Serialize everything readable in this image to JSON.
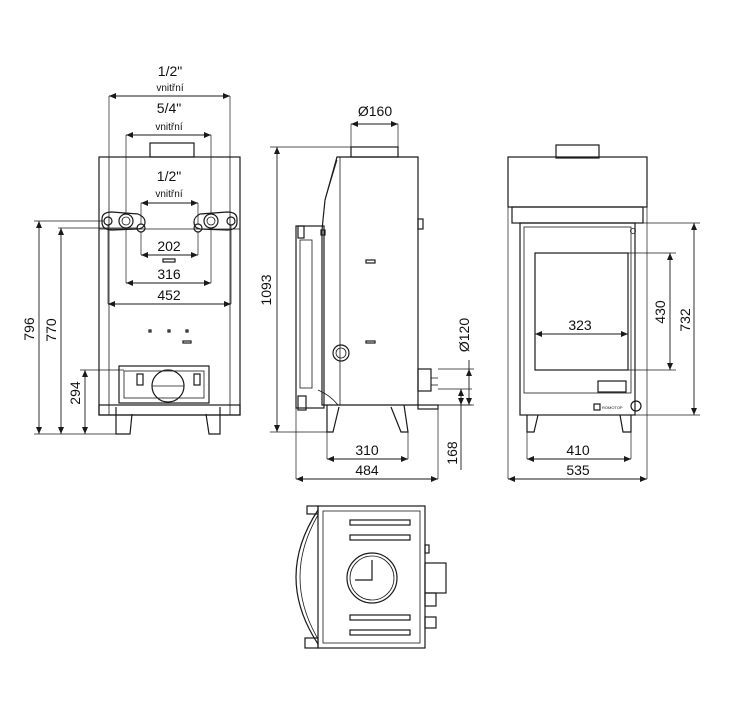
{
  "front_view": {
    "dim_top_half_inch": "1/2\"",
    "dim_top_half_inch_sub": "vnitřní",
    "dim_five_quarter": "5/4\"",
    "dim_five_quarter_sub": "vnitřní",
    "dim_inner_half_inch": "1/2\"",
    "dim_inner_half_inch_sub": "vnitřní",
    "dim_202": "202",
    "dim_316": "316",
    "dim_452": "452",
    "dim_796": "796",
    "dim_770": "770",
    "dim_294": "294"
  },
  "side_view": {
    "dim_diameter_160": "Ø160",
    "dim_1093": "1093",
    "dim_diameter_120": "Ø120",
    "dim_310": "310",
    "dim_484": "484",
    "dim_168": "168"
  },
  "right_view": {
    "dim_323": "323",
    "dim_430": "430",
    "dim_732": "732",
    "dim_410": "410",
    "dim_535": "535",
    "brand_mark": "ROMOTOP"
  }
}
